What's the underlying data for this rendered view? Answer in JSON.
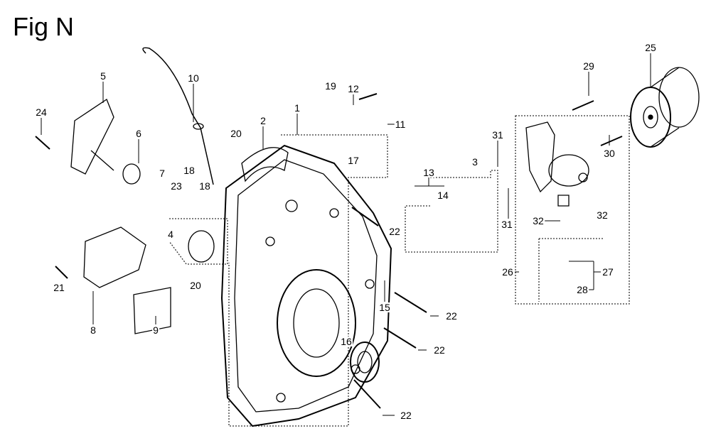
{
  "figure": {
    "title": "Fig N"
  },
  "callouts": [
    "25",
    "29",
    "5",
    "10",
    "19",
    "12",
    "1",
    "24",
    "2",
    "11",
    "20",
    "6",
    "31",
    "30",
    "13",
    "3",
    "17",
    "7",
    "23",
    "18",
    "18",
    "14",
    "22",
    "4",
    "31",
    "32",
    "32",
    "27",
    "26",
    "28",
    "21",
    "20",
    "15",
    "22",
    "8",
    "9",
    "16",
    "22",
    "22"
  ]
}
